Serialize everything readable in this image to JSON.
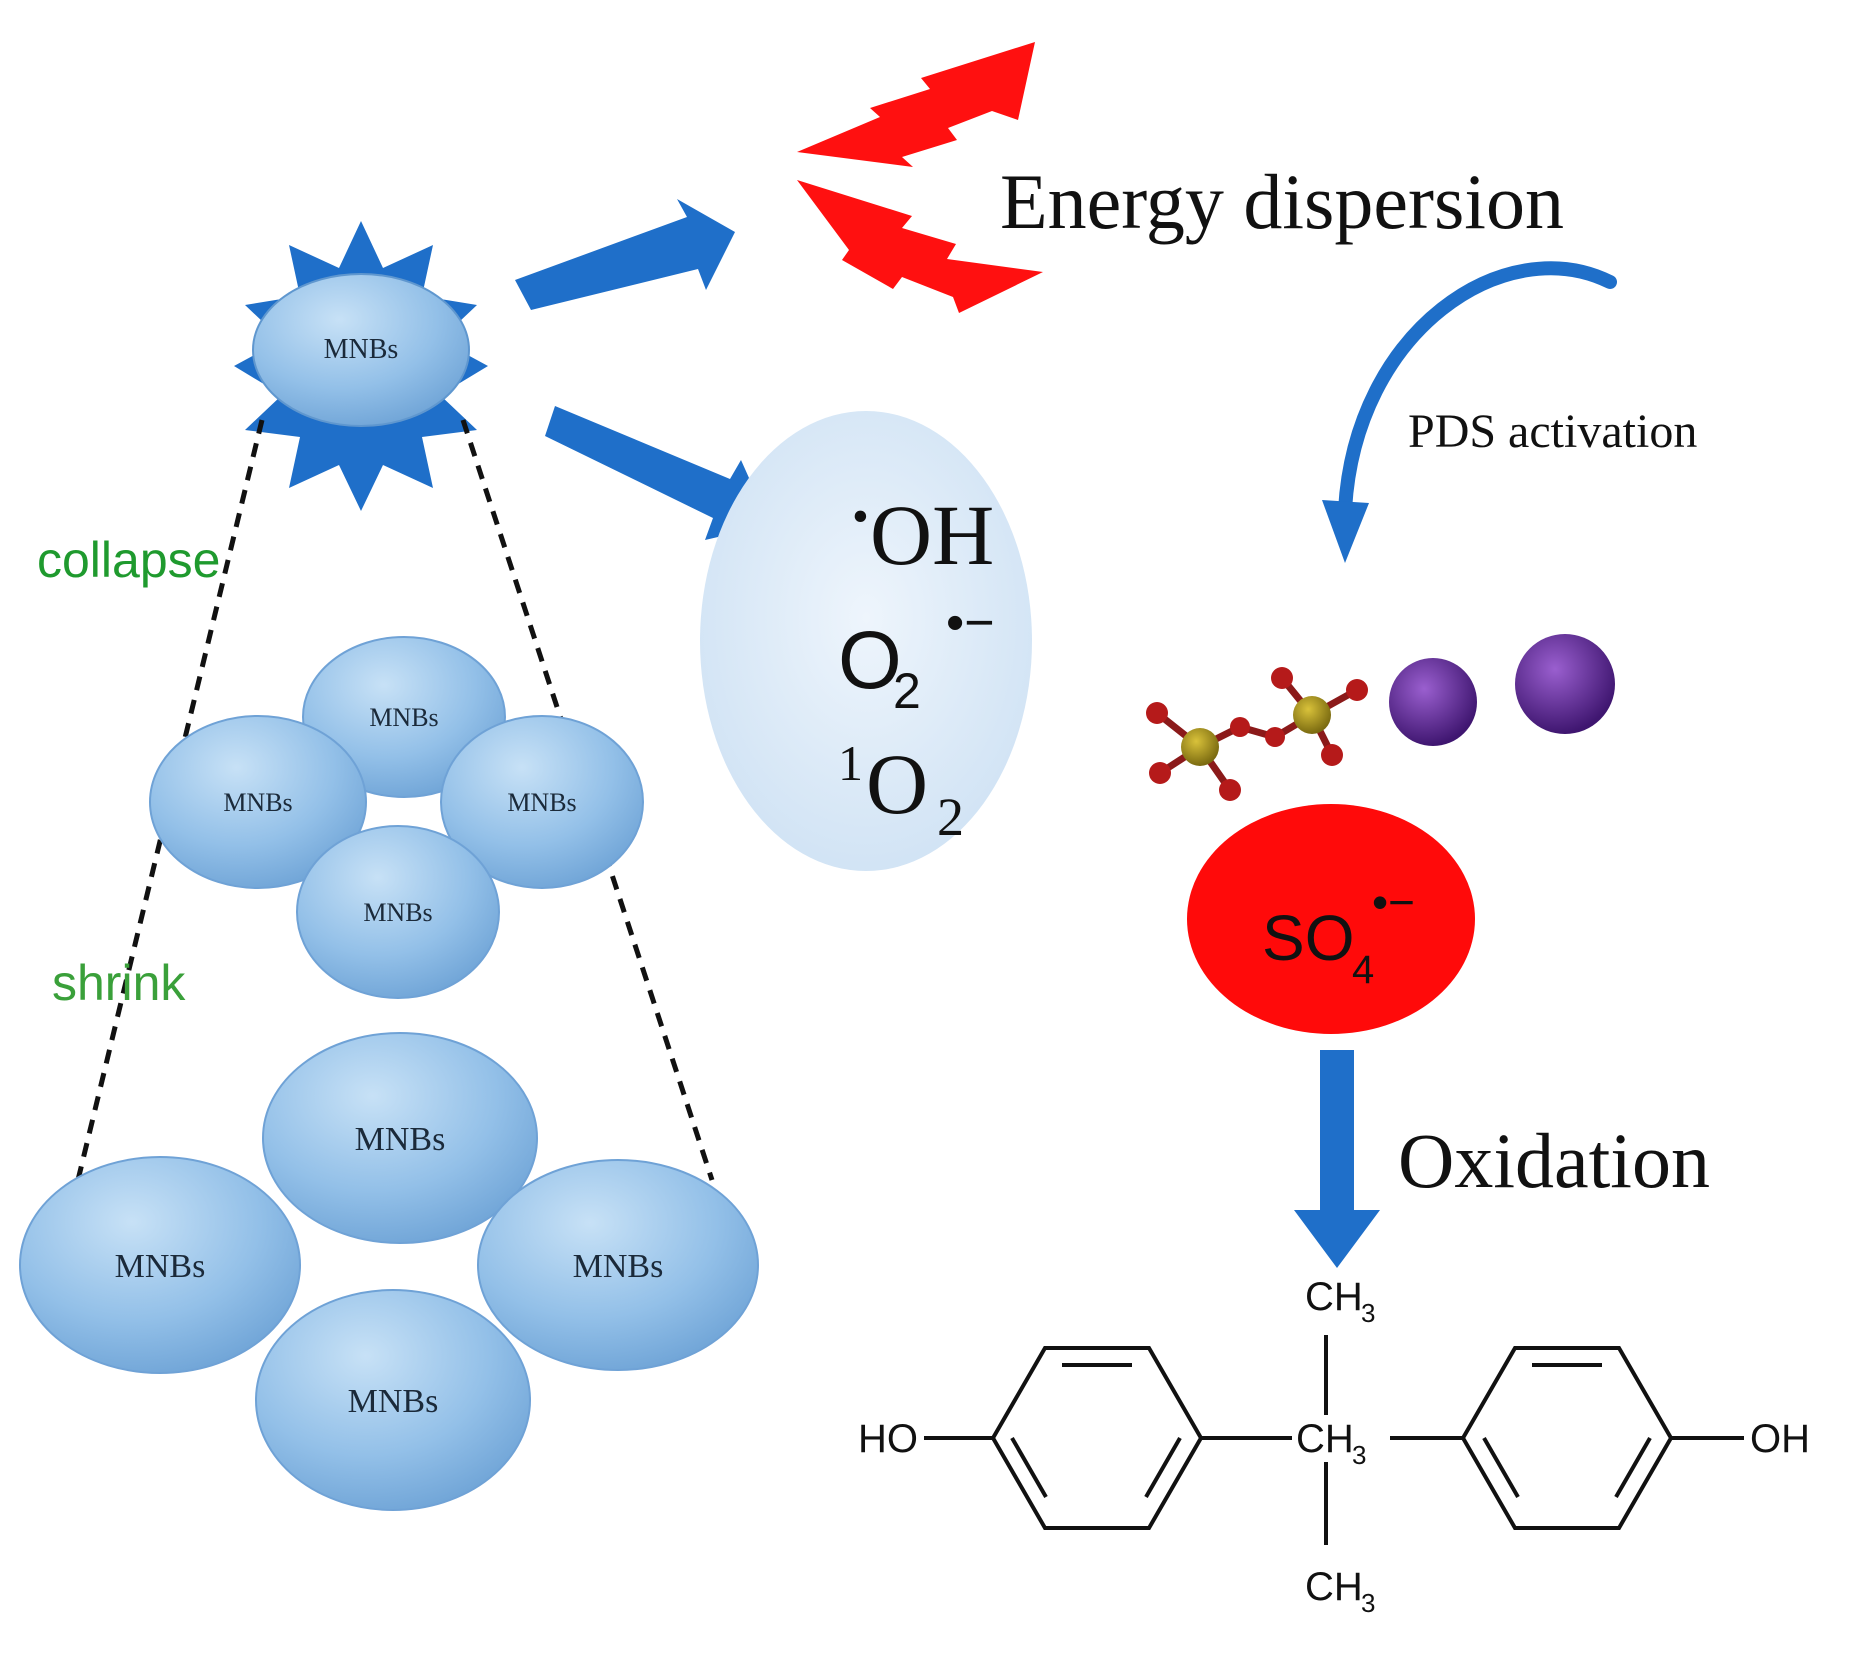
{
  "bubble_label": "MNBs",
  "stage_labels": {
    "collapse": "collapse",
    "shrink": "shrink"
  },
  "pathways": {
    "energy": "Energy dispersion",
    "pds": "PDS activation",
    "oxidation": "Oxidation"
  },
  "ros": {
    "oh_radical": "•",
    "oh_text": "OH",
    "superoxide_base": "O",
    "superoxide_sub": "2",
    "superoxide_charge": "•−",
    "singlet_sup": "1",
    "singlet_base": "O",
    "singlet_sub": "2"
  },
  "sulfate": {
    "base": "SO",
    "sub": "4",
    "charge": "•−"
  },
  "molecule": {
    "left_group": "HO",
    "right_group": "OH",
    "top_methyl_base": "CH",
    "top_methyl_sub": "3",
    "center_base": "CH",
    "center_sub": "3",
    "bottom_methyl_base": "CH",
    "bottom_methyl_sub": "3"
  },
  "colors": {
    "arrow_blue": "#1f6fc9",
    "bubble_fill": "#8fbde6",
    "bubble_edge": "#6fa2d6",
    "burst_blue": "#1f6fc9",
    "lightning_red": "#ff1010",
    "label_green": "#1f9a2e",
    "ros_oval": "#dcebf7",
    "so4_red": "#ff0a0a",
    "purple_sphere": "#5a2a8a"
  }
}
